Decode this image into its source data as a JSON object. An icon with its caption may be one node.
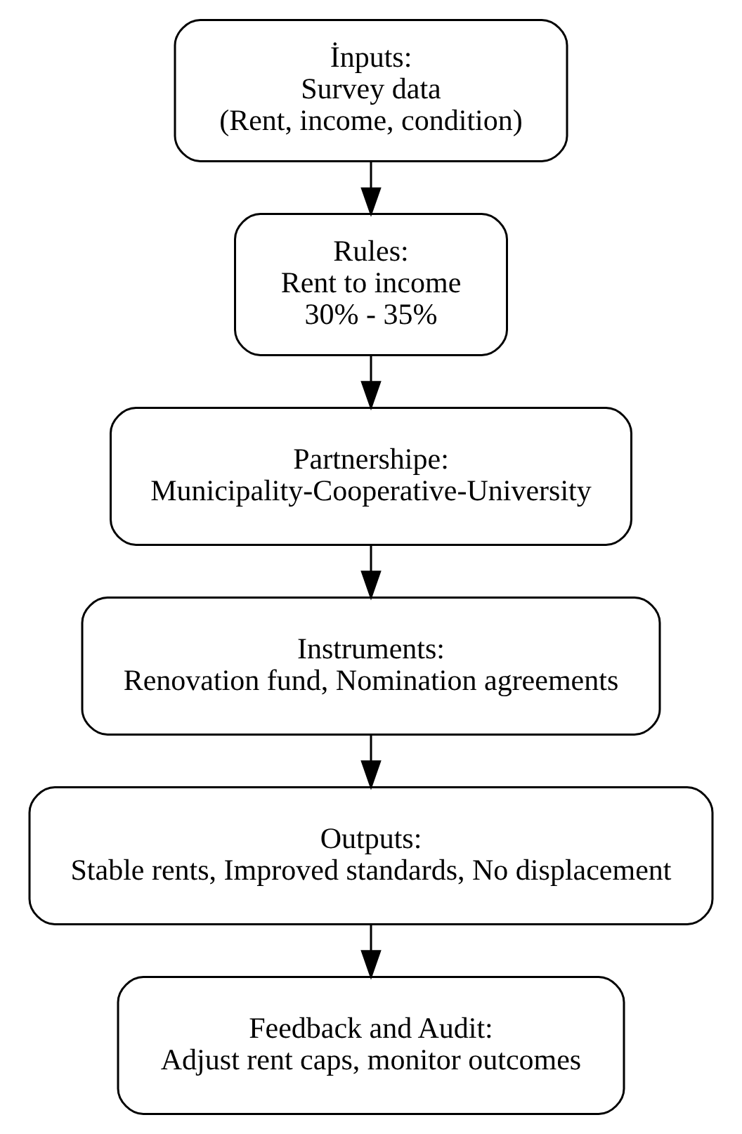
{
  "diagram": {
    "nodes": [
      {
        "text": [
          "İnputs:",
          "Survey data",
          "(Rent, income, condition)"
        ]
      },
      {
        "text": [
          "Rules:",
          "Rent to income",
          "30% - 35%"
        ]
      },
      {
        "text": [
          "Partnershipe:",
          "Municipality-Cooperative-University"
        ]
      },
      {
        "text": [
          "Instruments:",
          "Renovation fund, Nomination agreements"
        ]
      },
      {
        "text": [
          "Outputs:",
          "Stable rents, Improved standards, No displacement"
        ]
      },
      {
        "text": [
          "Feedback and Audit:",
          "Adjust rent caps, monitor outcomes"
        ]
      }
    ],
    "edges": [
      {
        "from": 0,
        "to": 1,
        "arrow": "to"
      },
      {
        "from": 1,
        "to": 2,
        "arrow": "to"
      },
      {
        "from": 2,
        "to": 3,
        "arrow": "to"
      },
      {
        "from": 3,
        "to": 4,
        "arrow": "to"
      },
      {
        "from": 4,
        "to": 5,
        "arrow": "to"
      }
    ]
  }
}
